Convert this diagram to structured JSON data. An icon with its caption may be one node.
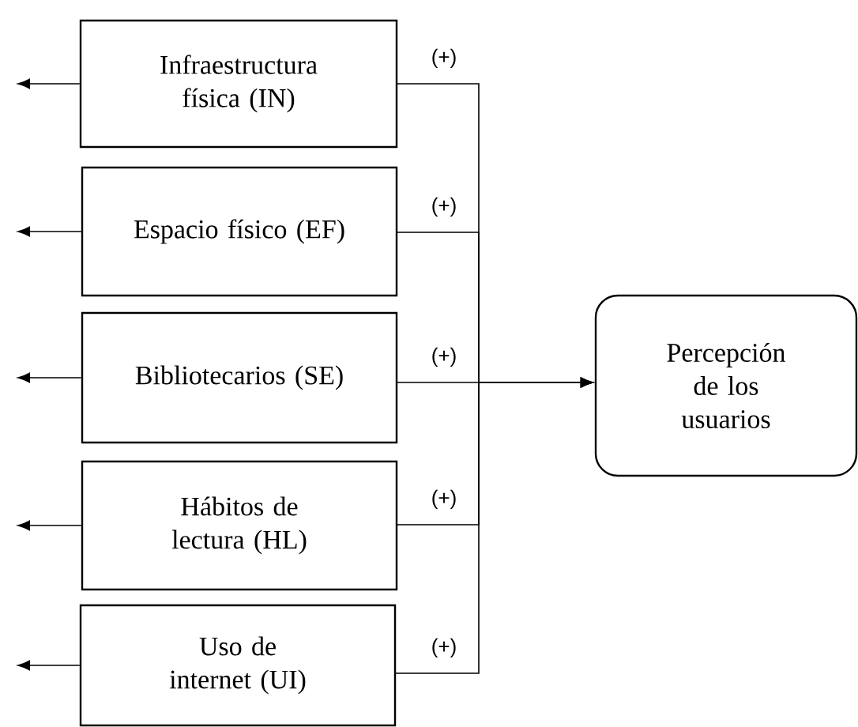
{
  "diagram": {
    "nodes": [
      {
        "text": [
          "Infraestructura física (IN)"
        ]
      },
      {
        "text": [
          "Espacio físico (EF)"
        ]
      },
      {
        "text": [
          "Bibliotecarios (SE)"
        ]
      },
      {
        "text": [
          "Hábitos de lectura (HL)"
        ]
      },
      {
        "text": [
          "Uso de internet (UI)"
        ]
      },
      {
        "text": [
          "Percepción de los usuarios"
        ]
      }
    ],
    "edges": [
      {
        "from": 0,
        "to": 5,
        "arrow": "to",
        "label": "(+)"
      },
      {
        "from": 1,
        "to": 5,
        "arrow": "to",
        "label": "(+)"
      },
      {
        "from": 2,
        "to": 5,
        "arrow": "to",
        "label": "(+)"
      },
      {
        "from": 3,
        "to": 5,
        "arrow": "to",
        "label": "(+)"
      },
      {
        "from": 4,
        "to": 5,
        "arrow": "to",
        "label": "(+)"
      },
      {
        "from": 0,
        "to": null,
        "arrow": "to"
      },
      {
        "from": 1,
        "to": null,
        "arrow": "to"
      },
      {
        "from": 2,
        "to": null,
        "arrow": "to"
      },
      {
        "from": 3,
        "to": null,
        "arrow": "to"
      },
      {
        "from": 4,
        "to": null,
        "arrow": "to"
      }
    ]
  }
}
